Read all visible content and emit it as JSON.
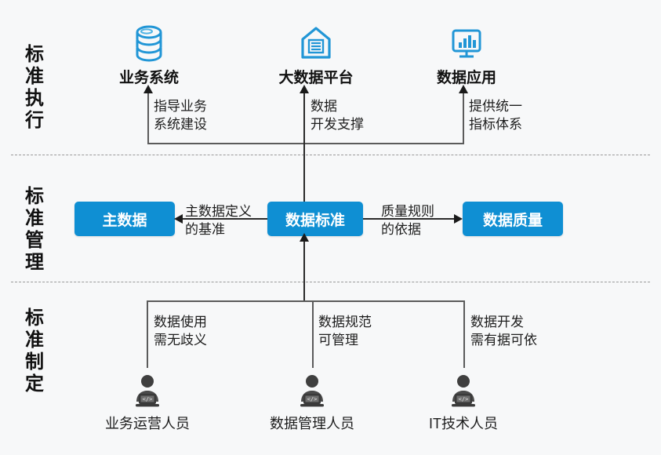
{
  "sections": [
    {
      "id": "execution",
      "label": "标准执行",
      "chars": [
        "标",
        "准",
        "执",
        "行"
      ]
    },
    {
      "id": "management",
      "label": "标准管理",
      "chars": [
        "标",
        "准",
        "管",
        "理"
      ]
    },
    {
      "id": "definition",
      "label": "标准制定",
      "chars": [
        "标",
        "准",
        "制",
        "定"
      ]
    }
  ],
  "top_nodes": [
    {
      "id": "business-system",
      "label": "业务系统",
      "icon": "database-icon"
    },
    {
      "id": "bigdata-platform",
      "label": "大数据平台",
      "icon": "house-document-icon"
    },
    {
      "id": "data-application",
      "label": "数据应用",
      "icon": "monitor-chart-icon"
    }
  ],
  "top_edges": [
    {
      "id": "guide-business",
      "line1": "指导业务",
      "line2": "系统建设"
    },
    {
      "id": "dev-support",
      "line1": "数据",
      "line2": "开发支撑"
    },
    {
      "id": "unified-metrics",
      "line1": "提供统一",
      "line2": "指标体系"
    }
  ],
  "middle_boxes": [
    {
      "id": "master-data",
      "label": "主数据"
    },
    {
      "id": "data-standard",
      "label": "数据标准"
    },
    {
      "id": "data-quality",
      "label": "数据质量"
    }
  ],
  "middle_edges": [
    {
      "id": "master-data-definition",
      "line1": "主数据定义",
      "line2": "的基准"
    },
    {
      "id": "quality-rule-basis",
      "line1": "质量规则",
      "line2": "的依据"
    }
  ],
  "bottom_edges": [
    {
      "id": "data-use-unambiguous",
      "line1": "数据使用",
      "line2": "需无歧义"
    },
    {
      "id": "data-spec-manageable",
      "line1": "数据规范",
      "line2": "可管理"
    },
    {
      "id": "data-dev-evidence",
      "line1": "数据开发",
      "line2": "需有据可依"
    }
  ],
  "people": [
    {
      "id": "business-operator",
      "label": "业务运营人员",
      "icon": "person-laptop-icon"
    },
    {
      "id": "data-manager",
      "label": "数据管理人员",
      "icon": "person-laptop-icon"
    },
    {
      "id": "it-engineer",
      "label": "IT技术人员",
      "icon": "person-laptop-icon"
    }
  ],
  "colors": {
    "accent_blue": "#0f8fd3",
    "icon_blue": "#2196d6",
    "background": "#f7f8f9",
    "line": "#2b2b2b",
    "person_grey": "#4a4a4a"
  }
}
